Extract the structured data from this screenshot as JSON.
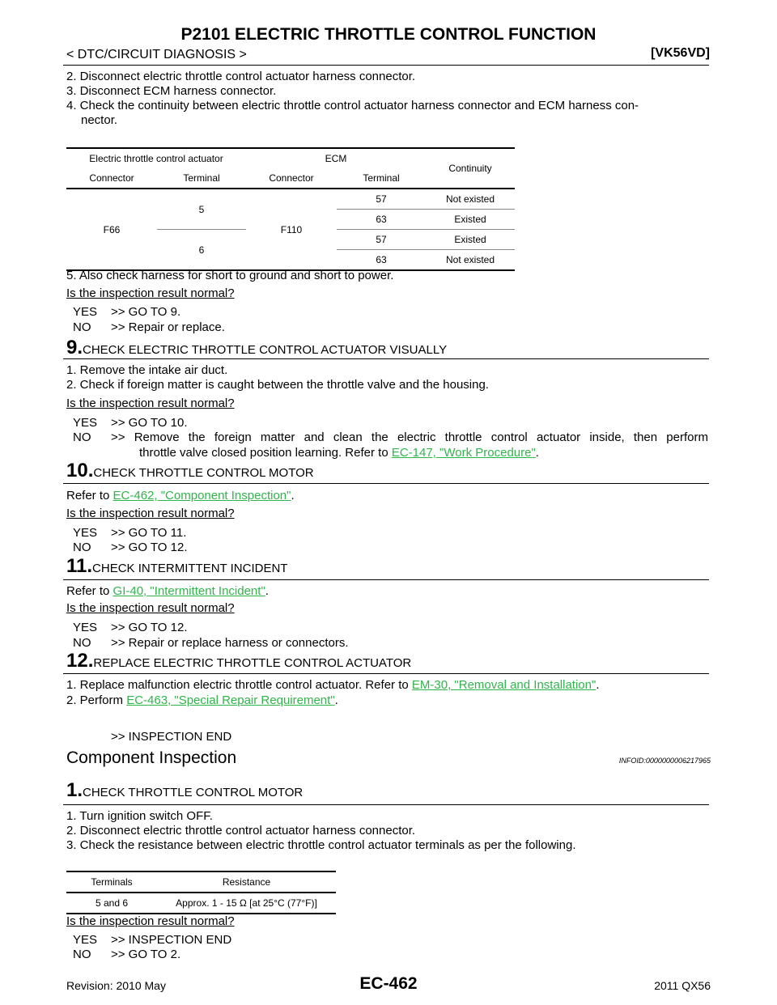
{
  "header": {
    "title": "P2101 ELECTRIC THROTTLE CONTROL FUNCTION",
    "breadcrumb": "< DTC/CIRCUIT DIAGNOSIS >",
    "model": "[VK56VD]"
  },
  "intro_steps": [
    "2. Disconnect electric throttle control actuator harness connector.",
    "3. Disconnect ECM harness connector.",
    "4. Check the continuity between electric throttle control actuator harness connector and ECM harness con-",
    "nector."
  ],
  "table1": {
    "h_actuator": "Electric throttle control actuator",
    "h_ecm": "ECM",
    "h_continuity": "Continuity",
    "h_connector": "Connector",
    "h_terminal": "Terminal",
    "actuator_connector": "F66",
    "ecm_connector": "F110",
    "rows": [
      {
        "act_terminal": "5",
        "ecm_terminal": "57",
        "continuity": "Not existed"
      },
      {
        "act_terminal": "",
        "ecm_terminal": "63",
        "continuity": "Existed"
      },
      {
        "act_terminal": "6",
        "ecm_terminal": "57",
        "continuity": "Existed"
      },
      {
        "act_terminal": "",
        "ecm_terminal": "63",
        "continuity": "Not existed"
      }
    ]
  },
  "s8": {
    "step5": "5. Also check harness for short to ground and short to power.",
    "question": "Is the inspection result normal?",
    "yes": "YES",
    "yes_action": ">> GO TO 9.",
    "no": "NO",
    "no_action": ">> Repair or replace."
  },
  "s9": {
    "num": "9.",
    "heading": "CHECK ELECTRIC THROTTLE CONTROL ACTUATOR VISUALLY",
    "line1": "1. Remove the intake air duct.",
    "line2": "2. Check if foreign matter is caught between the throttle valve and the housing.",
    "question": "Is the inspection result normal?",
    "yes": "YES",
    "yes_action": ">> GO TO 10.",
    "no": "NO",
    "no_action": ">> Remove the foreign matter and clean the electric throttle control actuator inside, then perform",
    "no_action2": "throttle valve closed position learning. Refer to ",
    "link": "EC-147, \"Work Procedure\"",
    "period": "."
  },
  "s10": {
    "num": "10.",
    "heading": "CHECK THROTTLE CONTROL MOTOR",
    "refer": "Refer to ",
    "link": "EC-462, \"Component Inspection\"",
    "period": ".",
    "question": "Is the inspection result normal?",
    "yes": "YES",
    "yes_action": ">> GO TO 11.",
    "no": "NO",
    "no_action": ">> GO TO 12."
  },
  "s11": {
    "num": "11.",
    "heading": "CHECK INTERMITTENT INCIDENT",
    "refer": "Refer to ",
    "link": "GI-40, \"Intermittent Incident\"",
    "period": ".",
    "question": "Is the inspection result normal?",
    "yes": "YES",
    "yes_action": ">> GO TO 12.",
    "no": "NO",
    "no_action": ">> Repair or replace harness or connectors."
  },
  "s12": {
    "num": "12.",
    "heading": "REPLACE ELECTRIC THROTTLE CONTROL ACTUATOR",
    "line1": "1. Replace malfunction electric throttle control actuator. Refer to ",
    "link1": "EM-30, \"Removal and Installation\"",
    "period1": ".",
    "line2": "2. Perform ",
    "link2": "EC-463, \"Special Repair Requirement\"",
    "period2": ".",
    "end": ">> INSPECTION END"
  },
  "component": {
    "heading": "Component Inspection",
    "infoid": "INFOID:0000000006217965",
    "num": "1.",
    "step_heading": "CHECK THROTTLE CONTROL MOTOR",
    "line1": "1. Turn ignition switch OFF.",
    "line2": "2. Disconnect electric throttle control actuator harness connector.",
    "line3": "3. Check the resistance between electric throttle control actuator terminals as per the following.",
    "table": {
      "h_terminals": "Terminals",
      "h_resistance": "Resistance",
      "terminals": "5 and 6",
      "resistance": "Approx. 1 - 15 Ω [at 25°C (77°F)]"
    },
    "question": "Is the inspection result normal?",
    "yes": "YES",
    "yes_action": ">> INSPECTION END",
    "no": "NO",
    "no_action": ">> GO TO 2."
  },
  "footer": {
    "revision": "Revision: 2010 May",
    "page": "EC-462",
    "model": "2011 QX56"
  }
}
